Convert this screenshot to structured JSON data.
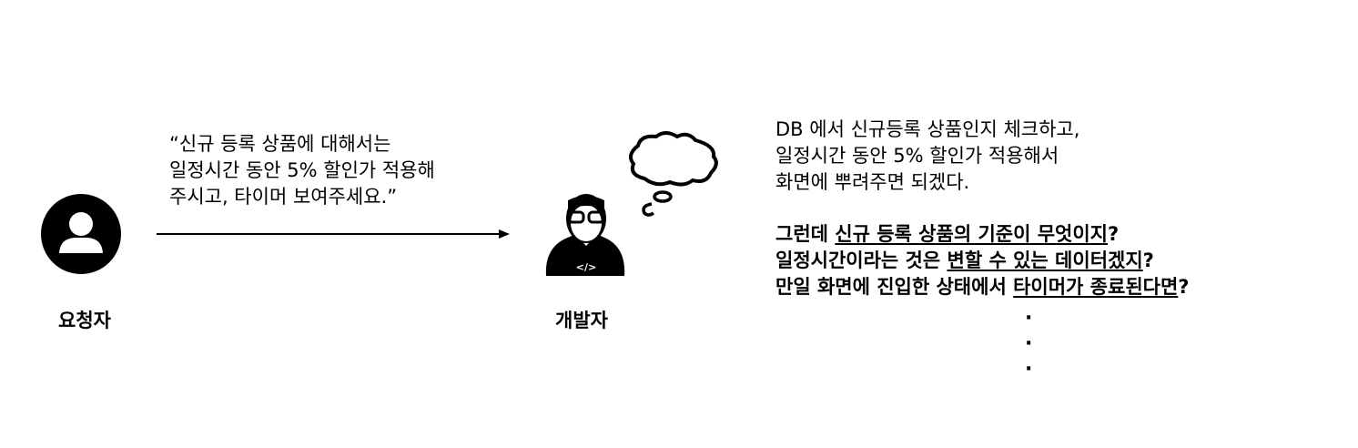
{
  "requester": {
    "label": "요청자"
  },
  "developer": {
    "label": "개발자",
    "shirt_text": "</>"
  },
  "request": {
    "lines": [
      "“신규 등록 상품에 대해서는",
      "일정시간 동안 5% 할인가 적용해",
      "주시고, 타이머 보여주세요.”"
    ]
  },
  "thought": {
    "lines": [
      "DB 에서 신규등록 상품인지 체크하고,",
      "일정시간 동안 5% 할인가 적용해서",
      "화면에 뿌려주면 되겠다."
    ]
  },
  "questions": [
    {
      "plain": "그런데 ",
      "underlined": "신규 등록 상품의 기준이 무엇이지",
      "end": "?"
    },
    {
      "plain": "일정시간이라는 것은 ",
      "underlined": "변할 수 있는 데이터겠지",
      "end": "?"
    },
    {
      "plain": "만일 화면에 진입한 상태에서 ",
      "underlined": "타이머가 종료된다면",
      "end": "?"
    }
  ],
  "ellipsis": [
    "·",
    "·",
    "·"
  ]
}
